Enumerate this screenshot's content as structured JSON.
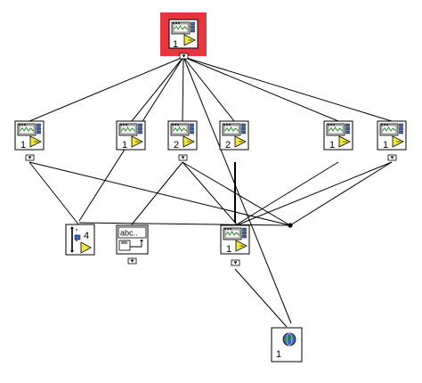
{
  "root": {
    "name": "top-level-vi",
    "label": "1",
    "highlight_color": "#e8343c"
  },
  "subvis": [
    {
      "name": "subvi-1",
      "label": "1"
    },
    {
      "name": "subvi-2",
      "label": "1"
    },
    {
      "name": "subvi-3",
      "label": "2"
    },
    {
      "name": "subvi-4",
      "label": "2"
    },
    {
      "name": "subvi-5",
      "label": "1"
    },
    {
      "name": "subvi-6",
      "label": "1"
    }
  ],
  "slider_vi": {
    "name": "slider-vi",
    "label": "4"
  },
  "string_vi": {
    "name": "string-file-vi",
    "label": "abc.."
  },
  "center_vi": {
    "name": "center-subvi",
    "label": "1"
  },
  "global_vi": {
    "name": "globe-vi",
    "label": "1"
  },
  "colors": {
    "wire": "#000000",
    "icon_bg": "#ffffff",
    "screen_green": "#2a8a2a",
    "yellow": "#f4e83a",
    "blue": "#3a6ac8"
  }
}
